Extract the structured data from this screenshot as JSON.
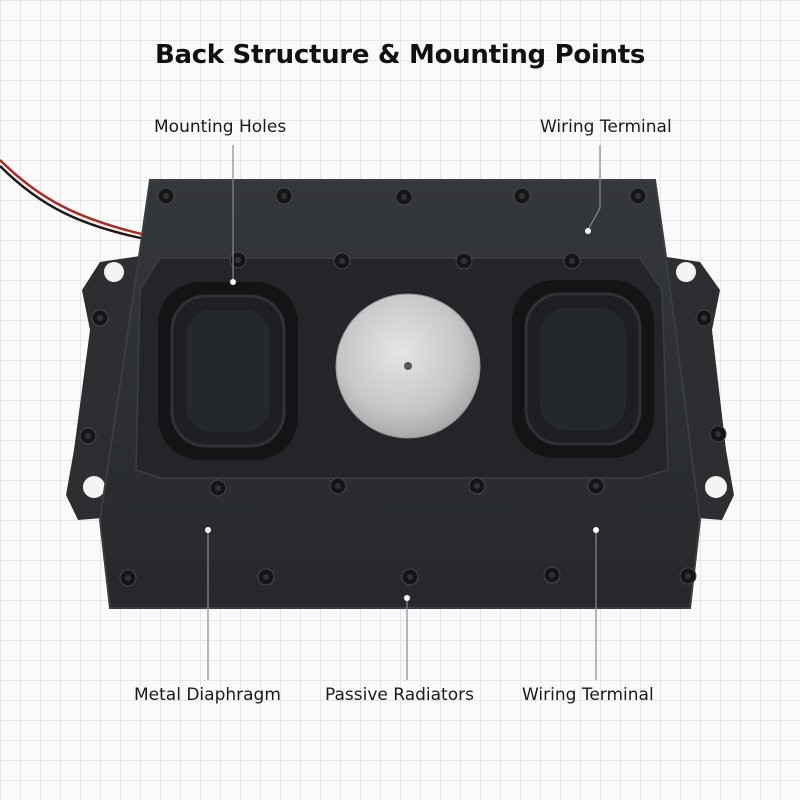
{
  "title": "Back Structure & Mounting Points",
  "callouts": {
    "mounting_holes": "Mounting Holes",
    "wiring_terminal_top": "Wiring Terminal",
    "metal_diaphragm": "Metal Diaphragm",
    "passive_radiators": "Passive Radiators",
    "wiring_terminal_bottom": "Wiring Terminal"
  },
  "colors": {
    "housing": "#2a2c2f",
    "housing_edge": "#3a3d41",
    "recess": "#222427",
    "radiator_surround": "#141517",
    "metal_disc": "#c9cbcd",
    "leader_line": "#8a8a8a",
    "wire_red": "#b3261e",
    "wire_black": "#1a1a1a"
  }
}
